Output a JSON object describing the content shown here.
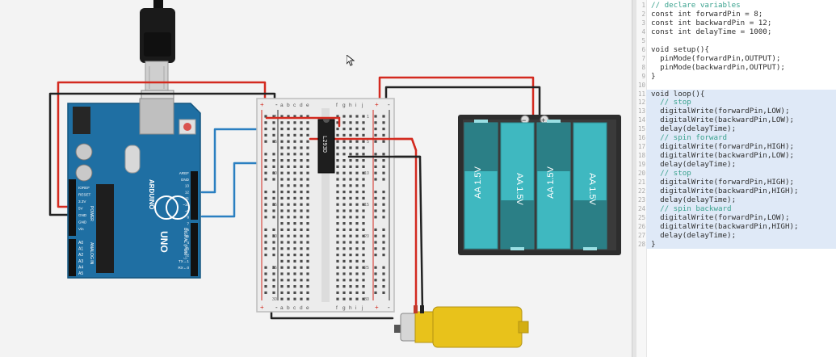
{
  "arduino": {
    "brand": "ARDUINO",
    "model": "UNO",
    "left_labels": [
      "IOREF",
      "RESET",
      "3.3V",
      "5V",
      "GND",
      "GND",
      "Vin"
    ],
    "power_label": "POWER",
    "analog_labels": [
      "A0",
      "A1",
      "A2",
      "A3",
      "A4",
      "A5"
    ],
    "analog_in_label": "ANALOG IN",
    "right_labels": [
      "AREF",
      "GND",
      "13",
      "12",
      "~11",
      "~10",
      "~9",
      "8",
      "7",
      "~6",
      "~5",
      "4",
      "~3",
      "2",
      "TX→1",
      "RX←0"
    ],
    "digital_label": "DIGITAL (PWM~)"
  },
  "breadboard": {
    "column_letters_left": [
      "a",
      "b",
      "c",
      "d",
      "e"
    ],
    "column_letters_right": [
      "f",
      "g",
      "h",
      "i",
      "j"
    ],
    "row_numbers": [
      "1",
      "",
      "",
      "",
      "5",
      "",
      "",
      "",
      "",
      "10",
      "",
      "",
      "",
      "",
      "15",
      "",
      "",
      "",
      "",
      "20",
      "",
      "",
      "",
      "",
      "25",
      "",
      "",
      "",
      "",
      "30"
    ],
    "plus": "+",
    "minus": "-"
  },
  "driver_chip": {
    "label": "L293D"
  },
  "battery_pack": {
    "cells": [
      "AA 1.5V",
      "AA 1.5V",
      "AA 1.5V",
      "AA 1.5V"
    ],
    "minus": "−",
    "plus": "+"
  },
  "colors": {
    "wire_red": "#d32a1f",
    "wire_black": "#222222",
    "wire_blue": "#2a7fc1",
    "arduino_blue": "#1f6fa3",
    "battery_teal": "#3fb8c0",
    "motor_yellow": "#e8c21b"
  },
  "code_editor": {
    "lines": [
      {
        "n": "1",
        "text": "// declare variables",
        "type": "comment"
      },
      {
        "n": "2",
        "text": "const int forwardPin = 8;",
        "type": "code"
      },
      {
        "n": "3",
        "text": "const int backwardPin = 12;",
        "type": "code"
      },
      {
        "n": "4",
        "text": "const int delayTime = 1000;",
        "type": "code"
      },
      {
        "n": "5",
        "text": "",
        "type": "code"
      },
      {
        "n": "6",
        "text": "void setup(){",
        "type": "code"
      },
      {
        "n": "7",
        "text": "  pinMode(forwardPin,OUTPUT);",
        "type": "code"
      },
      {
        "n": "8",
        "text": "  pinMode(backwardPin,OUTPUT);",
        "type": "code"
      },
      {
        "n": "9",
        "text": "}",
        "type": "code"
      },
      {
        "n": "10",
        "text": "",
        "type": "code"
      },
      {
        "n": "11",
        "text": "void loop(){",
        "type": "code"
      },
      {
        "n": "12",
        "text": "  // stop",
        "type": "comment"
      },
      {
        "n": "13",
        "text": "  digitalWrite(forwardPin,LOW);",
        "type": "code"
      },
      {
        "n": "14",
        "text": "  digitalWrite(backwardPin,LOW);",
        "type": "code"
      },
      {
        "n": "15",
        "text": "  delay(delayTime);",
        "type": "code"
      },
      {
        "n": "16",
        "text": "  // spin forward",
        "type": "comment"
      },
      {
        "n": "17",
        "text": "  digitalWrite(forwardPin,HIGH);",
        "type": "code"
      },
      {
        "n": "18",
        "text": "  digitalWrite(backwardPin,LOW);",
        "type": "code"
      },
      {
        "n": "19",
        "text": "  delay(delayTime);",
        "type": "code"
      },
      {
        "n": "20",
        "text": "  // stop",
        "type": "comment"
      },
      {
        "n": "21",
        "text": "  digitalWrite(forwardPin,HIGH);",
        "type": "code"
      },
      {
        "n": "22",
        "text": "  digitalWrite(backwardPin,HIGH);",
        "type": "code"
      },
      {
        "n": "23",
        "text": "  delay(delayTime);",
        "type": "code"
      },
      {
        "n": "24",
        "text": "  // spin backward",
        "type": "comment"
      },
      {
        "n": "25",
        "text": "  digitalWrite(forwardPin,LOW);",
        "type": "code"
      },
      {
        "n": "26",
        "text": "  digitalWrite(backwardPin,HIGH);",
        "type": "code"
      },
      {
        "n": "27",
        "text": "  delay(delayTime);",
        "type": "code"
      },
      {
        "n": "28",
        "text": "}",
        "type": "code"
      }
    ],
    "highlighted_lines": [
      "11",
      "12",
      "13",
      "14",
      "15",
      "16",
      "17",
      "18",
      "19",
      "20",
      "21",
      "22",
      "23",
      "24",
      "25",
      "26",
      "27",
      "28"
    ]
  }
}
